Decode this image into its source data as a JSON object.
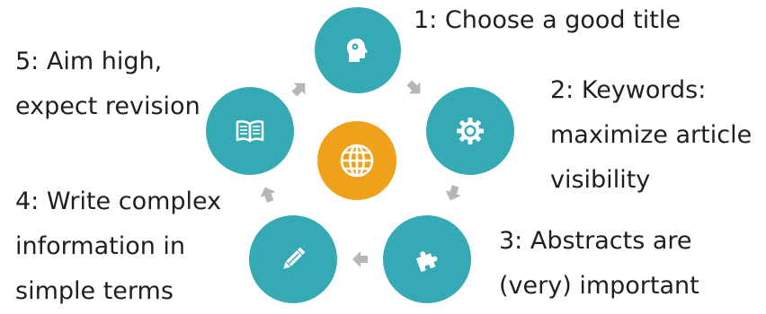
{
  "diagram": {
    "colors": {
      "step_circle": "#35aab5",
      "center_circle": "#f0a11c",
      "arrow": "#b4b6b8"
    },
    "center": {
      "icon": "globe-icon"
    },
    "steps": [
      {
        "label_lines": [
          "1: Choose a good title"
        ],
        "icon": "head-icon"
      },
      {
        "label_lines": [
          "2: Keywords:",
          "maximize article",
          "visibility"
        ],
        "icon": "gear-icon"
      },
      {
        "label_lines": [
          "3: Abstracts are",
          "(very) important"
        ],
        "icon": "puzzle-icon"
      },
      {
        "label_lines": [
          "4: Write complex",
          "information in",
          "simple terms"
        ],
        "icon": "pencil-icon"
      },
      {
        "label_lines": [
          "5: Aim high,",
          "expect revision"
        ],
        "icon": "book-icon"
      }
    ]
  }
}
